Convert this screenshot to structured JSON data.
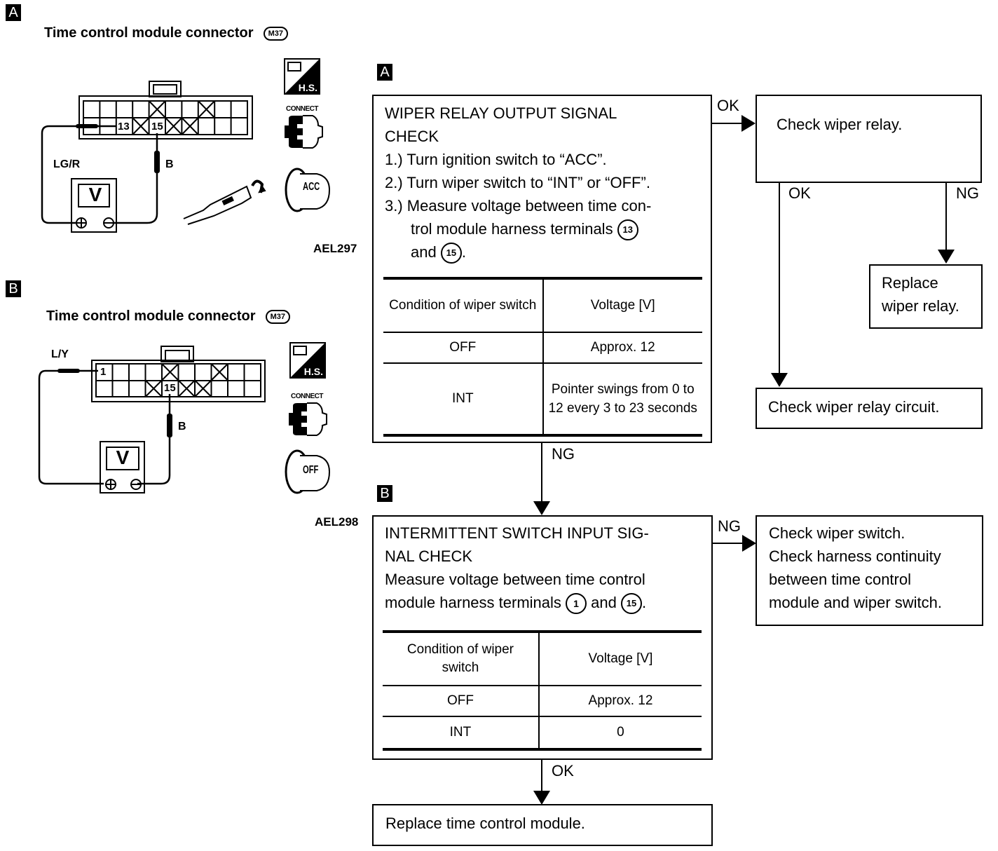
{
  "figures": [
    {
      "tag": "A",
      "title": "Time control module connector",
      "connector_code": "M37",
      "probe_positive_terminal": "13",
      "probe_negative_terminal": "15",
      "wire_positive": "LG/R",
      "wire_negative": "B",
      "meter_symbol": "V",
      "icons": [
        "harness-side-icon",
        "connect-icon",
        "ignition-acc-icon"
      ],
      "icon_texts": {
        "harness_side": "H.S.",
        "connect": "CONNECT",
        "ignition": "ACC"
      },
      "figure_id": "AEL297"
    },
    {
      "tag": "B",
      "title": "Time control module connector",
      "connector_code": "M37",
      "probe_positive_terminal": "1",
      "probe_negative_terminal": "15",
      "wire_positive": "L/Y",
      "wire_negative": "B",
      "meter_symbol": "V",
      "icons": [
        "harness-side-icon",
        "connect-icon",
        "ignition-off-icon"
      ],
      "icon_texts": {
        "harness_side": "H.S.",
        "connect": "CONNECT",
        "ignition": "OFF"
      },
      "figure_id": "AEL298"
    }
  ],
  "flowchart": {
    "step_a": {
      "tag": "A",
      "title_line1": "WIPER RELAY OUTPUT SIGNAL",
      "title_line2": "CHECK",
      "steps": [
        "1.) Turn ignition switch to “ACC”.",
        "2.) Turn wiper switch to “INT” or “OFF”.",
        "3.) Measure voltage between time con- trol module harness terminals"
      ],
      "step3_line1": "3.) Measure voltage between time con-",
      "step3_line2": "trol module harness terminals",
      "step3_and": "and",
      "terminal_1": "13",
      "terminal_2": "15",
      "table": {
        "headers": [
          "Condition of wiper switch",
          "Voltage [V]"
        ],
        "rows": [
          [
            "OFF",
            "Approx. 12"
          ],
          [
            "INT",
            "Pointer swings from 0 to 12 every 3 to 23 seconds"
          ]
        ]
      }
    },
    "step_b": {
      "tag": "B",
      "title_line1": "INTERMITTENT SWITCH INPUT SIG-",
      "title_line2": "NAL CHECK",
      "desc_line1": "Measure voltage between time control",
      "desc_line2": "module harness terminals",
      "desc_and": "and",
      "terminal_1": "1",
      "terminal_2": "15",
      "table": {
        "headers": [
          "Condition of wiper switch",
          "Voltage [V]"
        ],
        "rows": [
          [
            "OFF",
            "Approx. 12"
          ],
          [
            "INT",
            "0"
          ]
        ]
      }
    },
    "check_wiper_relay": "Check wiper relay.",
    "replace_wiper_relay_line1": "Replace",
    "replace_wiper_relay_line2": "wiper relay.",
    "check_wiper_relay_circuit": "Check wiper relay circuit.",
    "check_wiper_switch": [
      "Check wiper switch.",
      "Check harness continuity",
      "between time control",
      "module and wiper switch."
    ],
    "replace_module": "Replace time control module.",
    "labels": {
      "a_ok": "OK",
      "relay_ok": "OK",
      "relay_ng": "NG",
      "a_ng": "NG",
      "b_ng": "NG",
      "b_ok": "OK"
    }
  }
}
